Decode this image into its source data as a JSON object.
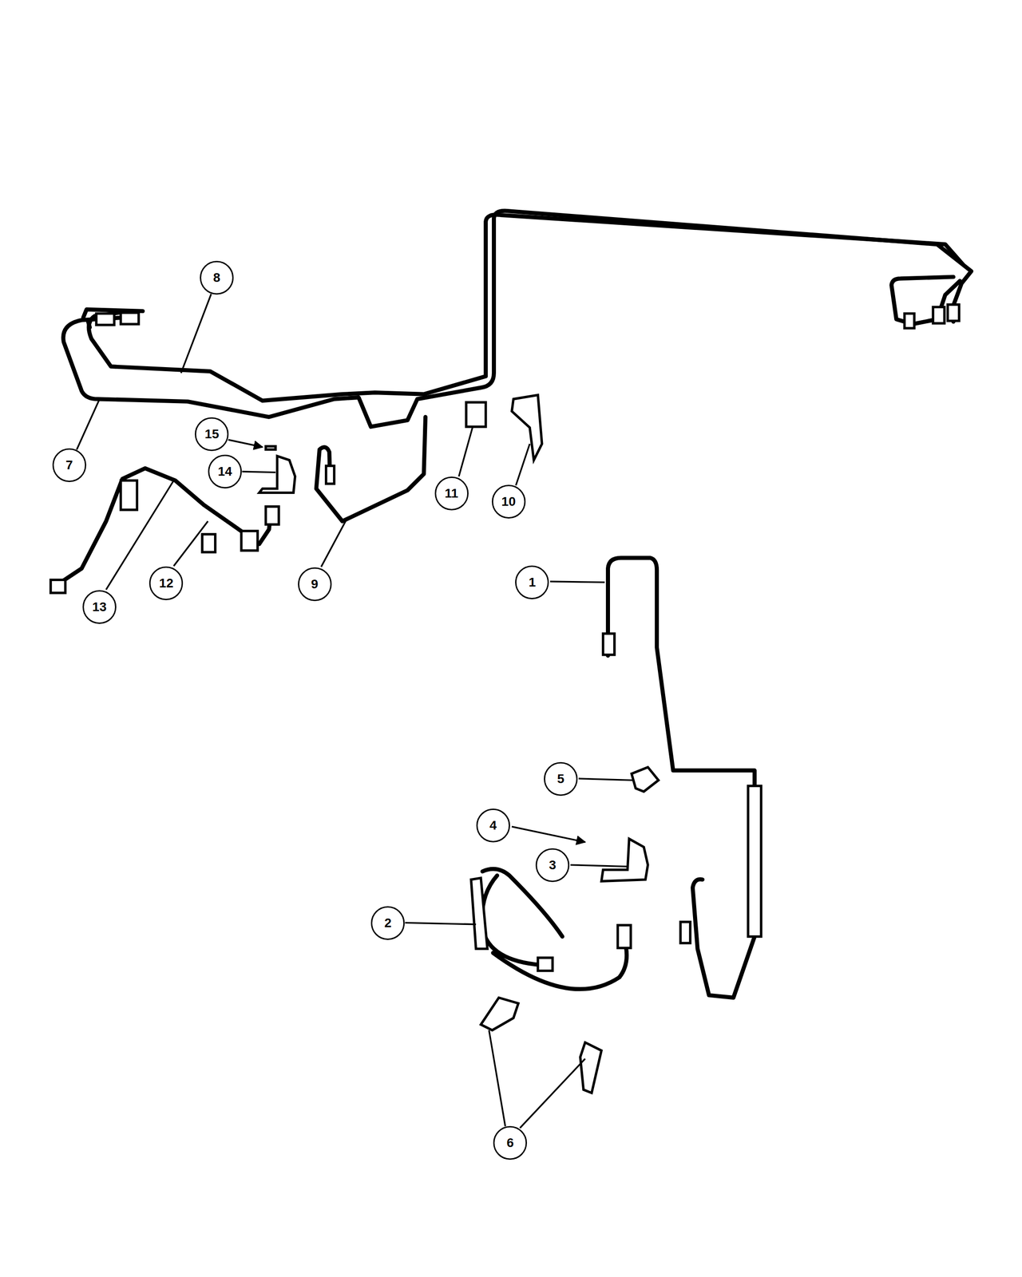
{
  "diagram": {
    "labels": [
      "8",
      "15",
      "14",
      "7",
      "11",
      "10",
      "13",
      "12",
      "9",
      "1",
      "5",
      "4",
      "3",
      "2",
      "6"
    ]
  }
}
